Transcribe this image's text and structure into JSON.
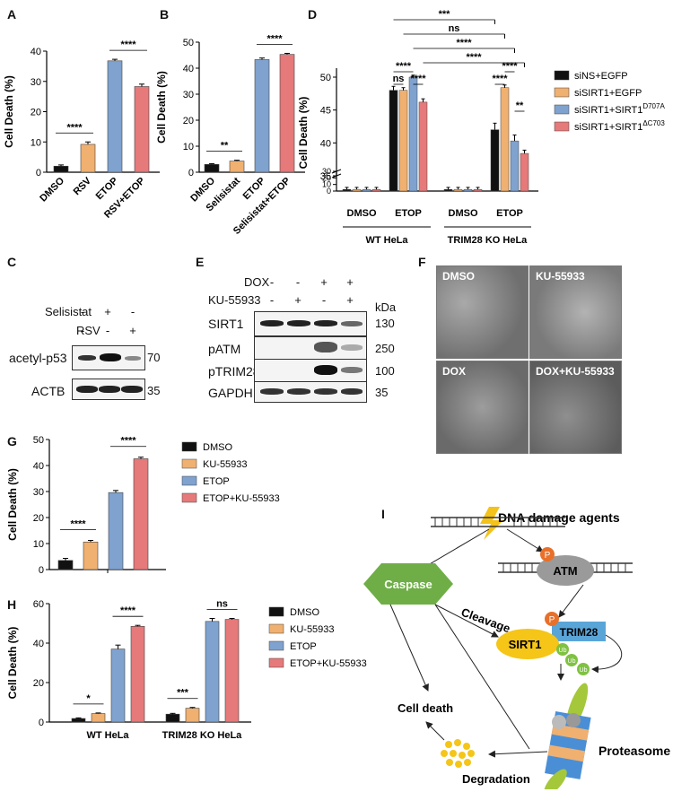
{
  "panels": {
    "A": "A",
    "B": "B",
    "C": "C",
    "D": "D",
    "E": "E",
    "F": "F",
    "G": "G",
    "H": "H",
    "I": "I"
  },
  "colors": {
    "black": "#111111",
    "orange": "#f0b070",
    "blue": "#7fa2cf",
    "red": "#e6797a"
  },
  "chart_data": [
    {
      "id": "A",
      "type": "bar",
      "ylabel": "Cell Death (%)",
      "ylim": [
        0,
        40
      ],
      "yticks": [
        0,
        10,
        20,
        30,
        40
      ],
      "categories": [
        "DMSO",
        "RSV",
        "ETOP",
        "RSV+ETOP"
      ],
      "values": [
        2,
        9.2,
        36.8,
        28.3
      ],
      "errors": [
        0.4,
        0.8,
        0.5,
        0.8
      ],
      "colors": [
        "#111111",
        "#f0b070",
        "#7fa2cf",
        "#e6797a"
      ],
      "sig": [
        {
          "a": 0,
          "b": 1,
          "text": "****"
        },
        {
          "a": 2,
          "b": 3,
          "text": "****"
        }
      ]
    },
    {
      "id": "B",
      "type": "bar",
      "ylabel": "Cell Death (%)",
      "ylim": [
        0,
        50
      ],
      "yticks": [
        0,
        10,
        20,
        30,
        40,
        50
      ],
      "categories": [
        "DMSO",
        "Selisistat",
        "ETOP",
        "Selisistat+ETOP"
      ],
      "values": [
        3,
        4.3,
        43.3,
        45.3
      ],
      "errors": [
        0.3,
        0.3,
        0.6,
        0.4
      ],
      "colors": [
        "#111111",
        "#f0b070",
        "#7fa2cf",
        "#e6797a"
      ],
      "sig": [
        {
          "a": 0,
          "b": 1,
          "text": "**"
        },
        {
          "a": 2,
          "b": 3,
          "text": "****"
        }
      ]
    },
    {
      "id": "D",
      "type": "bar",
      "ylabel": "Cell Death (%)",
      "yticks_low": [
        0,
        10,
        20,
        30
      ],
      "yticks_high": [
        35,
        40,
        45,
        50
      ],
      "groups": [
        "DMSO",
        "ETOP",
        "DMSO",
        "ETOP"
      ],
      "supergroups": [
        "WT HeLa",
        "TRIM28 KO HeLa"
      ],
      "series": [
        {
          "name": "siNS+EGFP",
          "color": "#111111",
          "values": [
            2.5,
            48,
            2.5,
            42
          ],
          "errors": [
            0.3,
            0.6,
            0.3,
            1.0
          ]
        },
        {
          "name": "siSIRT1+EGFP",
          "color": "#f0b070",
          "values": [
            2.5,
            48,
            2.5,
            48.4
          ],
          "errors": [
            0.3,
            0.4,
            0.3,
            0.4
          ]
        },
        {
          "name": "siSIRT1+SIRT1",
          "sup": "D707A",
          "color": "#7fa2cf",
          "values": [
            2.5,
            50,
            2.5,
            40.3
          ],
          "errors": [
            0.3,
            0.3,
            0.3,
            0.9
          ]
        },
        {
          "name": "siSIRT1+SIRT1",
          "sup": "ΔC703",
          "color": "#e6797a",
          "values": [
            2.5,
            46.2,
            2.5,
            38.4
          ],
          "errors": [
            0.3,
            0.5,
            0.3,
            0.5
          ]
        }
      ],
      "sig_inner": [
        "ns",
        "****",
        "****",
        "****",
        "****",
        "**"
      ],
      "sig_top": [
        "***",
        "ns",
        "****",
        "****"
      ]
    },
    {
      "id": "G",
      "type": "bar",
      "ylabel": "Cell Death (%)",
      "ylim": [
        0,
        50
      ],
      "yticks": [
        0,
        10,
        20,
        30,
        40,
        50
      ],
      "series": [
        {
          "name": "DMSO",
          "color": "#111111",
          "values": [
            3.5
          ],
          "errors": [
            0.8
          ]
        },
        {
          "name": "KU-55933",
          "color": "#f0b070",
          "values": [
            10.6
          ],
          "errors": [
            0.6
          ]
        },
        {
          "name": "ETOP",
          "color": "#7fa2cf",
          "values": [
            29.6
          ],
          "errors": [
            0.8
          ]
        },
        {
          "name": "ETOP+KU-55933",
          "color": "#e6797a",
          "values": [
            42.6
          ],
          "errors": [
            0.6
          ]
        }
      ],
      "sig": [
        {
          "a": 0,
          "b": 1,
          "text": "****"
        },
        {
          "a": 2,
          "b": 3,
          "text": "****"
        }
      ]
    },
    {
      "id": "H",
      "type": "bar",
      "ylabel": "Cell Death (%)",
      "ylim": [
        0,
        60
      ],
      "yticks": [
        0,
        20,
        40,
        60
      ],
      "categories": [
        "WT HeLa",
        "TRIM28 KO HeLa"
      ],
      "series": [
        {
          "name": "DMSO",
          "color": "#111111",
          "values": [
            1.8,
            4
          ],
          "errors": [
            0.3,
            0.4
          ]
        },
        {
          "name": "KU-55933",
          "color": "#f0b070",
          "values": [
            4.3,
            7
          ],
          "errors": [
            0.3,
            0.4
          ]
        },
        {
          "name": "ETOP",
          "color": "#7fa2cf",
          "values": [
            37,
            51
          ],
          "errors": [
            2,
            1.5
          ]
        },
        {
          "name": "ETOP+KU-55933",
          "color": "#e6797a",
          "values": [
            48.5,
            52
          ],
          "errors": [
            0.5,
            0.5
          ]
        }
      ],
      "sig": [
        {
          "g": 0,
          "a": 0,
          "b": 1,
          "text": "*"
        },
        {
          "g": 0,
          "a": 2,
          "b": 3,
          "text": "****"
        },
        {
          "g": 1,
          "a": 0,
          "b": 1,
          "text": "***"
        },
        {
          "g": 1,
          "a": 2,
          "b": 3,
          "text": "ns"
        }
      ]
    }
  ],
  "panelC": {
    "row_labels": [
      "Selisistat",
      "RSV"
    ],
    "signs": [
      [
        "-",
        "+",
        "-"
      ],
      [
        "-",
        "-",
        "+"
      ]
    ],
    "blots": [
      "acetyl-p53",
      "ACTB"
    ],
    "kda": [
      "70",
      "35"
    ]
  },
  "panelE": {
    "row_labels": [
      "DOX",
      "KU-55933"
    ],
    "signs": [
      [
        "-",
        "-",
        "+",
        "+"
      ],
      [
        "-",
        "+",
        "-",
        "+"
      ]
    ],
    "kda_label": "kDa",
    "blots": [
      "SIRT1",
      "pATM",
      "pTRIM28",
      "GAPDH"
    ],
    "kda": [
      "130",
      "250",
      "100",
      "35"
    ]
  },
  "panelF": {
    "tiles": [
      "DMSO",
      "KU-55933",
      "DOX",
      "DOX+KU-55933"
    ]
  },
  "panelI": {
    "title": "DNA damage agents",
    "caspase": "Caspase",
    "atm": "ATM",
    "p": "P",
    "trim28": "TRIM28",
    "cleavage": "Cleavage",
    "sirt1": "SIRT1",
    "ub": "Ub",
    "cell_death": "Cell death",
    "proteasome": "Proteasome",
    "degradation": "Degradation"
  }
}
